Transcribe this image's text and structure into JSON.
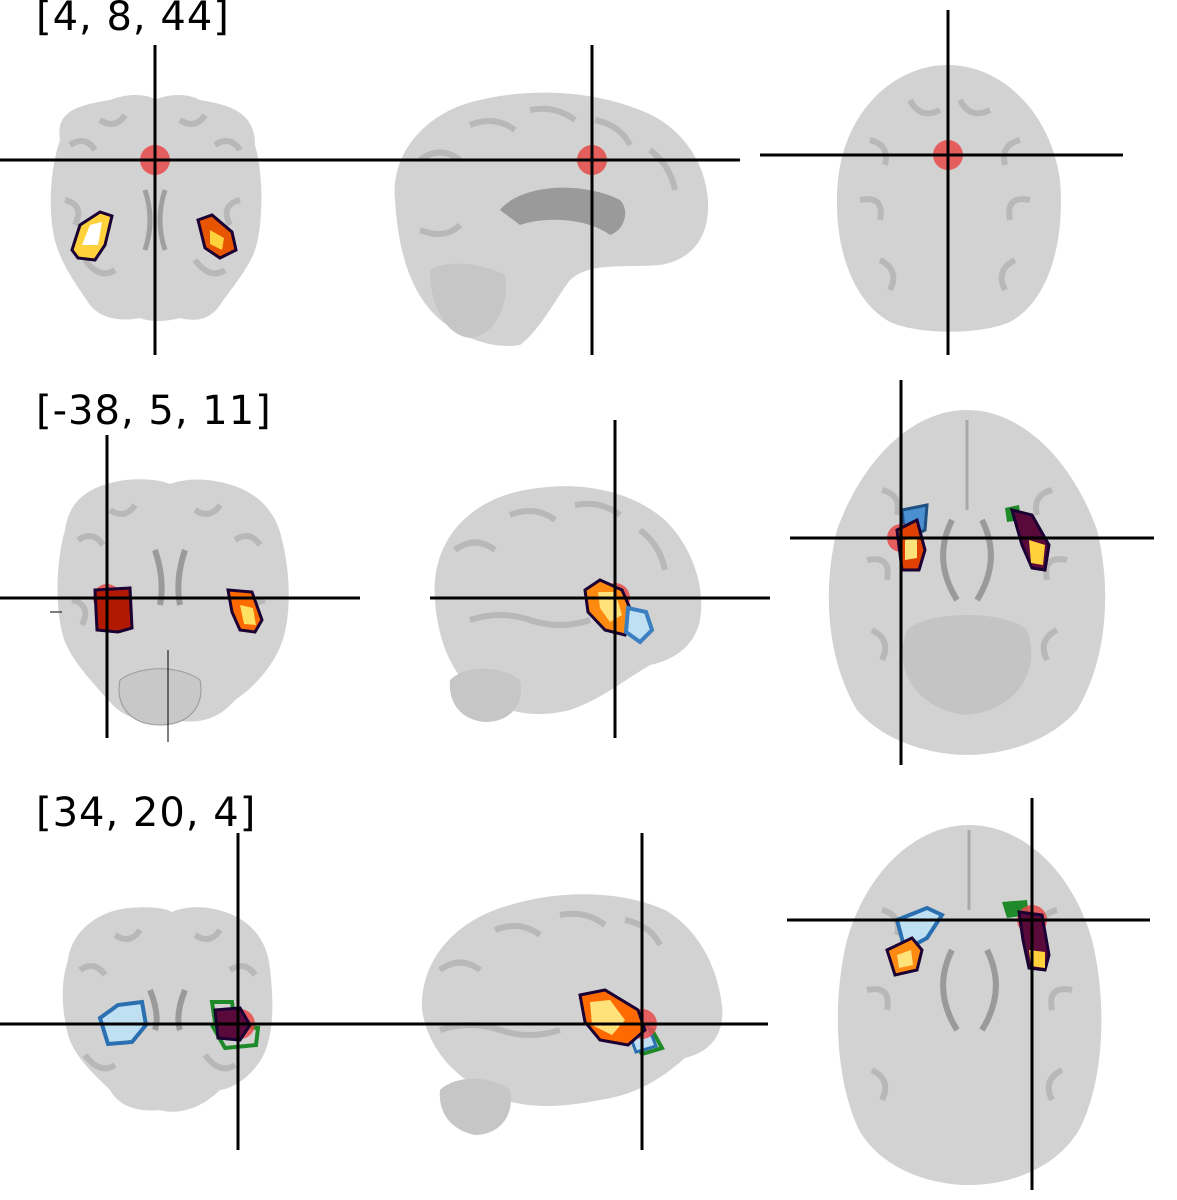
{
  "figure": {
    "rows": [
      {
        "coords_label": "[4, 8, 44]"
      },
      {
        "coords_label": "[-38, 5, 11]"
      },
      {
        "coords_label": "[34, 20, 4]"
      }
    ],
    "views": [
      "coronal",
      "sagittal",
      "axial"
    ],
    "colors": {
      "background": "#ffffff",
      "brain_fill": "#d2d2d2",
      "gyri": "#bcbcbc",
      "white_matter": "#e6e6e6",
      "crosshair": "#000000",
      "hot_dark": "#5a0a00",
      "hot_mid": "#d62a00",
      "hot_bright": "#ffd23c",
      "seed": "#e84a4a",
      "cool": "#3a7fc0",
      "cool_light": "#bfe0f2",
      "green": "#1f8a2a"
    }
  }
}
